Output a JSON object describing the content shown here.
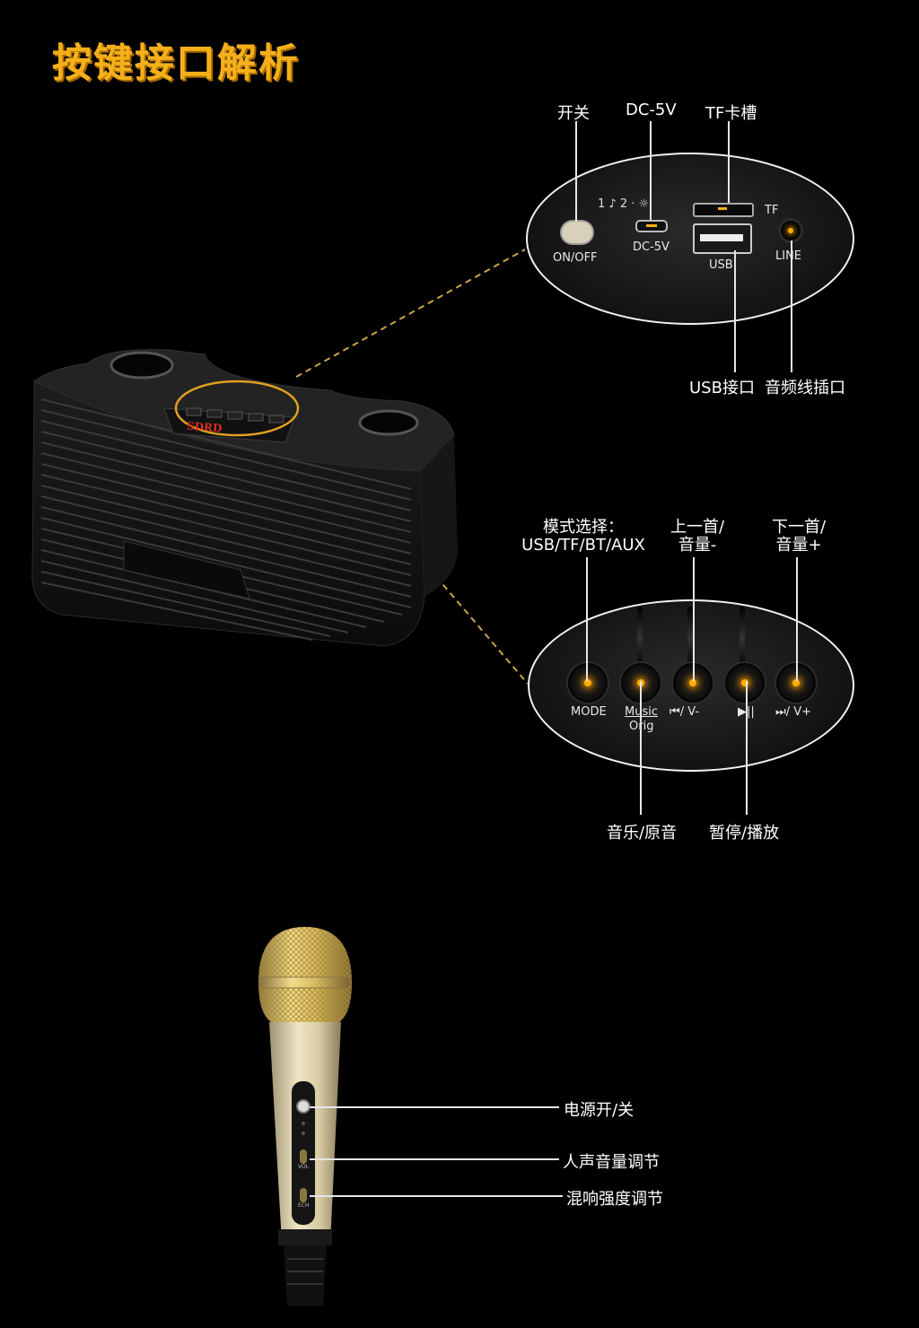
{
  "page": {
    "title": "按键接口解析"
  },
  "panel_top": {
    "labels": {
      "switch": "开关",
      "dc": "DC-5V",
      "tf_slot": "TF卡槽",
      "usb_port": "USB接口",
      "audio_in": "音频线插口"
    },
    "printed": {
      "on_off": "ON/OFF",
      "dc": "DC-5V",
      "usb": "USB",
      "tf": "TF",
      "line": "LINE",
      "indicator": "1 ♪ 2 ·  ☼"
    }
  },
  "speaker": {
    "brand": "SDRD"
  },
  "panel_bottom": {
    "labels": {
      "mode_line1": "模式选择：",
      "mode_line2": "USB/TF/BT/AUX",
      "prev_line1": "上一首/",
      "prev_line2": "音量-",
      "next_line1": "下一首/",
      "next_line2": "音量+",
      "music": "音乐/原音",
      "play": "暂停/播放"
    },
    "printed": {
      "mode": "MODE",
      "music_line1": "Music",
      "music_line2": "Orig",
      "prev": "⏮/ V-",
      "play": "▶||",
      "next": "⏭/ V+"
    }
  },
  "mic": {
    "labels": {
      "power": "电源开/关",
      "vol": "人声音量调节",
      "echo": "混响强度调节"
    },
    "printed": {
      "vol": "VOL",
      "ech": "ECH"
    }
  },
  "colors": {
    "accent": "#f5b019",
    "glow": "#ffb000",
    "gold_line": "#c9a34a"
  }
}
